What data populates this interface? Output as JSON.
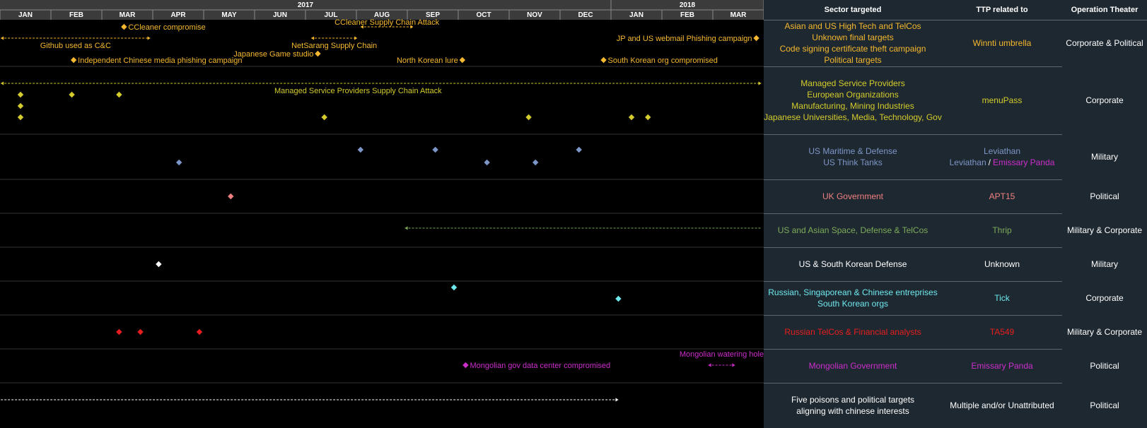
{
  "chart_data": {
    "type": "timeline",
    "years": [
      {
        "label": "2017",
        "months": [
          "JAN",
          "FEB",
          "MAR",
          "APR",
          "MAY",
          "JUN",
          "JUL",
          "AUG",
          "SEP",
          "OCT",
          "NOV",
          "DEC"
        ]
      },
      {
        "label": "2018",
        "months": [
          "JAN",
          "FEB",
          "MAR"
        ]
      }
    ],
    "table_headers": {
      "sector": "Sector targeted",
      "ttp": "TTP related to",
      "theater": "Operation Theater"
    },
    "rows": [
      {
        "color": "#f5b82e",
        "sectors": [
          "Asian and US High Tech and TelCos",
          "Unknown final targets",
          "Code signing certificate theft campaign",
          "Political targets"
        ],
        "ttp": [
          [
            "Winnti umbrella"
          ]
        ],
        "theater": "Corporate & Political",
        "events": [
          {
            "type": "point",
            "date": "2017-03-14",
            "sub": 0,
            "label": "CCleaner compromise",
            "label_side": "right"
          },
          {
            "type": "point",
            "date": "2017-02-13",
            "sub": 3,
            "label": "Independent Chinese media phishing campaign",
            "label_side": "right"
          },
          {
            "type": "point",
            "date": "2017-07-08",
            "sub": 2,
            "label": "Japanese Game studio",
            "label_side": "left"
          },
          {
            "type": "point",
            "date": "2017-10-03",
            "sub": 3,
            "label": "North Korean lure",
            "label_side": "left"
          },
          {
            "type": "point",
            "date": "2017-12-27",
            "sub": 3,
            "label": "South Korean org compromised",
            "label_side": "right"
          },
          {
            "type": "point",
            "date": "2018-03-27",
            "sub": 1,
            "label": "JP and US webmail Phishing campaign",
            "label_side": "left"
          },
          {
            "type": "range",
            "from": "2017-01-01",
            "to": "2017-03-30",
            "sub": 1,
            "label": "Github used as C&C"
          },
          {
            "type": "range",
            "from": "2017-07-04",
            "to": "2017-08-01",
            "sub": 1,
            "label": "NetSarang Supply Chain"
          },
          {
            "type": "range",
            "from": "2017-08-03",
            "to": "2017-09-04",
            "sub": 0,
            "label": "CCleaner Supply Chain Attack"
          }
        ]
      },
      {
        "color": "#d4cc2c",
        "sectors": [
          "Managed Service Providers",
          "European Organizations",
          "Manufacturing, Mining Industries",
          "Japanese Universities, Media, Technology, Gov"
        ],
        "ttp": [
          [
            "menuPass"
          ]
        ],
        "theater": "Corporate",
        "events": [
          {
            "type": "range",
            "from": "2017-01-01",
            "to": "2018-03-30",
            "sub": 0,
            "label": "Managed Service Providers Supply Chain Attack"
          },
          {
            "type": "point",
            "date": "2017-01-13",
            "sub": 1
          },
          {
            "type": "point",
            "date": "2017-02-12",
            "sub": 1
          },
          {
            "type": "point",
            "date": "2017-03-11",
            "sub": 1
          },
          {
            "type": "point",
            "date": "2017-01-13",
            "sub": 2
          },
          {
            "type": "point",
            "date": "2017-01-13",
            "sub": 3
          },
          {
            "type": "point",
            "date": "2017-07-12",
            "sub": 3
          },
          {
            "type": "point",
            "date": "2017-11-12",
            "sub": 3
          },
          {
            "type": "point",
            "date": "2018-01-13",
            "sub": 3
          },
          {
            "type": "point",
            "date": "2018-01-23",
            "sub": 3
          }
        ]
      },
      {
        "color": "#7d96c8",
        "sectors": [
          "US Maritime & Defense",
          "US Think Tanks"
        ],
        "ttp": [
          [
            "Leviathan"
          ],
          [
            "Leviathan",
            "/",
            "Emissary Panda"
          ]
        ],
        "ttp_colors": {
          "Emissary Panda": "#cc2ecc",
          "/": "#ffffff"
        },
        "theater": "Military",
        "events": [
          {
            "type": "point",
            "date": "2017-08-03",
            "sub": 0
          },
          {
            "type": "point",
            "date": "2017-09-17",
            "sub": 0
          },
          {
            "type": "point",
            "date": "2017-12-12",
            "sub": 0
          },
          {
            "type": "point",
            "date": "2017-04-16",
            "sub": 1
          },
          {
            "type": "point",
            "date": "2017-10-18",
            "sub": 1
          },
          {
            "type": "point",
            "date": "2017-11-16",
            "sub": 1
          }
        ]
      },
      {
        "color": "#f08080",
        "sectors": [
          "UK Government"
        ],
        "ttp": [
          [
            "APT15"
          ]
        ],
        "theater": "Political",
        "events": [
          {
            "type": "point",
            "date": "2017-05-17",
            "sub": 0
          }
        ]
      },
      {
        "color": "#7dab5a",
        "sectors": [
          "US and Asian Space, Defense & TelCos"
        ],
        "ttp": [
          [
            "Thrip"
          ]
        ],
        "theater": "Military & Corporate",
        "events": [
          {
            "type": "range",
            "from": "2017-08-30",
            "to": "2018-03-30",
            "sub": 0,
            "dir": "left"
          }
        ]
      },
      {
        "color": "#ffffff",
        "sectors": [
          "US & South Korean Defense"
        ],
        "ttp": [
          [
            "Unknown"
          ]
        ],
        "theater": "Military",
        "events": [
          {
            "type": "point",
            "date": "2017-04-04",
            "sub": 0
          }
        ]
      },
      {
        "color": "#6ee8ee",
        "sectors": [
          "Russian, Singaporean & Chinese entreprises",
          "South Korean orgs"
        ],
        "ttp": [
          [
            "Tick"
          ]
        ],
        "theater": "Corporate",
        "events": [
          {
            "type": "point",
            "date": "2017-09-28",
            "sub": 0
          },
          {
            "type": "point",
            "date": "2018-01-05",
            "sub": 1
          }
        ]
      },
      {
        "color": "#e81e1e",
        "sectors": [
          "Russian TelCos & Financial analysts"
        ],
        "ttp": [
          [
            "TA549"
          ]
        ],
        "theater": "Military & Corporate",
        "events": [
          {
            "type": "point",
            "date": "2017-03-11",
            "sub": 0
          },
          {
            "type": "point",
            "date": "2017-03-24",
            "sub": 0
          },
          {
            "type": "point",
            "date": "2017-04-28",
            "sub": 0
          }
        ]
      },
      {
        "color": "#cc2ecc",
        "sectors": [
          "Mongolian Government"
        ],
        "ttp": [
          [
            "Emissary Panda"
          ]
        ],
        "theater": "Political",
        "events": [
          {
            "type": "point",
            "date": "2017-10-05",
            "sub": 0,
            "label": "Mongolian gov data center compromised",
            "label_side": "right",
            "dy": 0
          },
          {
            "type": "range",
            "from": "2018-02-26",
            "to": "2018-03-14",
            "sub": 0,
            "label": "Mongolian watering hole",
            "label_dy": -12
          }
        ]
      },
      {
        "color": "#ffffff",
        "sectors": [
          "Five poisons and political targets",
          "aligning with chinese interests"
        ],
        "ttp": [
          [
            "Multiple and/or Unattributed"
          ]
        ],
        "theater": "Political",
        "events": [
          {
            "type": "range",
            "from": "2017-01-01",
            "to": "2018-01-05",
            "sub": 0,
            "style": "right"
          }
        ]
      }
    ]
  }
}
